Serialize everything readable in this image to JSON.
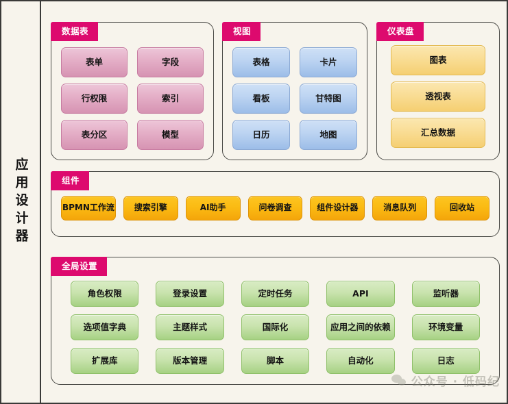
{
  "app": {
    "rail_label": "应用设计器"
  },
  "panels": {
    "datatable": {
      "title": "数据表",
      "items": [
        "表单",
        "字段",
        "行权限",
        "索引",
        "表分区",
        "模型"
      ]
    },
    "view": {
      "title": "视图",
      "items": [
        "表格",
        "卡片",
        "看板",
        "甘特图",
        "日历",
        "地图"
      ]
    },
    "dashboard": {
      "title": "仪表盘",
      "items": [
        "图表",
        "透视表",
        "汇总数据"
      ]
    },
    "components": {
      "title": "组件",
      "items": [
        "BPMN工作流",
        "搜索引擎",
        "AI助手",
        "问卷调查",
        "组件设计器",
        "消息队列",
        "回收站"
      ]
    },
    "global": {
      "title": "全局设置",
      "items": [
        "角色权限",
        "登录设置",
        "定时任务",
        "API",
        "监听器",
        "选项值字典",
        "主题样式",
        "国际化",
        "应用之间的依赖",
        "环境变量",
        "扩展库",
        "版本管理",
        "脚本",
        "自动化",
        "日志"
      ]
    }
  },
  "watermark": {
    "text": "公众号 · 低码纪",
    "icon": "wechat-icon"
  },
  "colors": {
    "header_tab": "#dd0a6e",
    "page_bg": "#f7f4ec",
    "border": "#3a3a38",
    "pink": "#e0a8c2",
    "blue": "#b6cfee",
    "gold": "#f8dc92",
    "orange": "#fbbb13",
    "green": "#c6e2aa"
  }
}
